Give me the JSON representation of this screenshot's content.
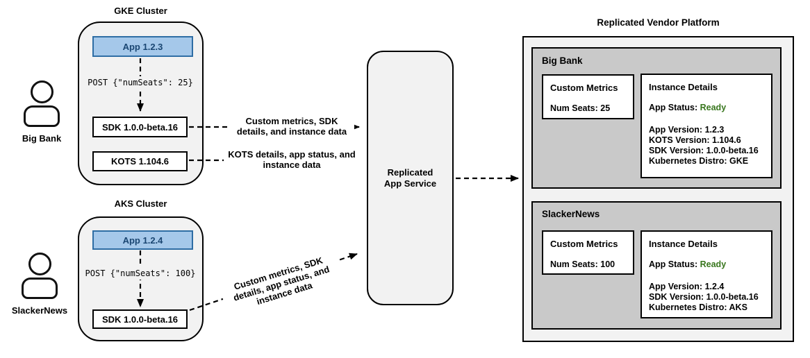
{
  "colors": {
    "cluster_fill": "#f2f2f2",
    "tenant_panel_fill": "#c9c9c9",
    "app_box_fill": "#a5c8ea",
    "app_box_border": "#2e6da4",
    "app_box_text": "#1a4672",
    "status_green": "#38761d"
  },
  "users": [
    {
      "name": "Big Bank",
      "icon": "person-outline-icon"
    },
    {
      "name": "SlackerNews",
      "icon": "person-outline-icon"
    }
  ],
  "clusters": [
    {
      "title": "GKE Cluster",
      "app_label": "App 1.2.3",
      "post_label": "POST {\"numSeats\": 25}",
      "sdk_label": "SDK 1.0.0-beta.16",
      "kots_label": "KOTS 1.104.6"
    },
    {
      "title": "AKS Cluster",
      "app_label": "App 1.2.4",
      "post_label": "POST {\"numSeats\": 100}",
      "sdk_label": "SDK 1.0.0-beta.16"
    }
  ],
  "flows": {
    "gke_sdk_to_service": "Custom metrics, SDK\ndetails, and instance data",
    "gke_kots_to_service": "KOTS details, app status, and\ninstance data",
    "aks_sdk_to_service": "Custom metrics, SDK\ndetails, app status, and\ninstance data"
  },
  "service": {
    "label": "Replicated\nApp Service"
  },
  "platform": {
    "title": "Replicated Vendor Platform",
    "tenants": [
      {
        "name": "Big Bank",
        "metrics_title": "Custom Metrics",
        "metrics_value": "Num Seats: 25",
        "details_title": "Instance Details",
        "status_label": "App Status:",
        "status_value": "Ready",
        "details_lines": [
          "App Version: 1.2.3",
          "KOTS Version: 1.104.6",
          "SDK Version: 1.0.0-beta.16",
          "Kubernetes Distro: GKE"
        ]
      },
      {
        "name": "SlackerNews",
        "metrics_title": "Custom Metrics",
        "metrics_value": "Num Seats: 100",
        "details_title": "Instance Details",
        "status_label": "App Status:",
        "status_value": "Ready",
        "details_lines": [
          "App Version: 1.2.4",
          "SDK Version: 1.0.0-beta.16",
          "Kubernetes Distro: AKS"
        ]
      }
    ]
  }
}
